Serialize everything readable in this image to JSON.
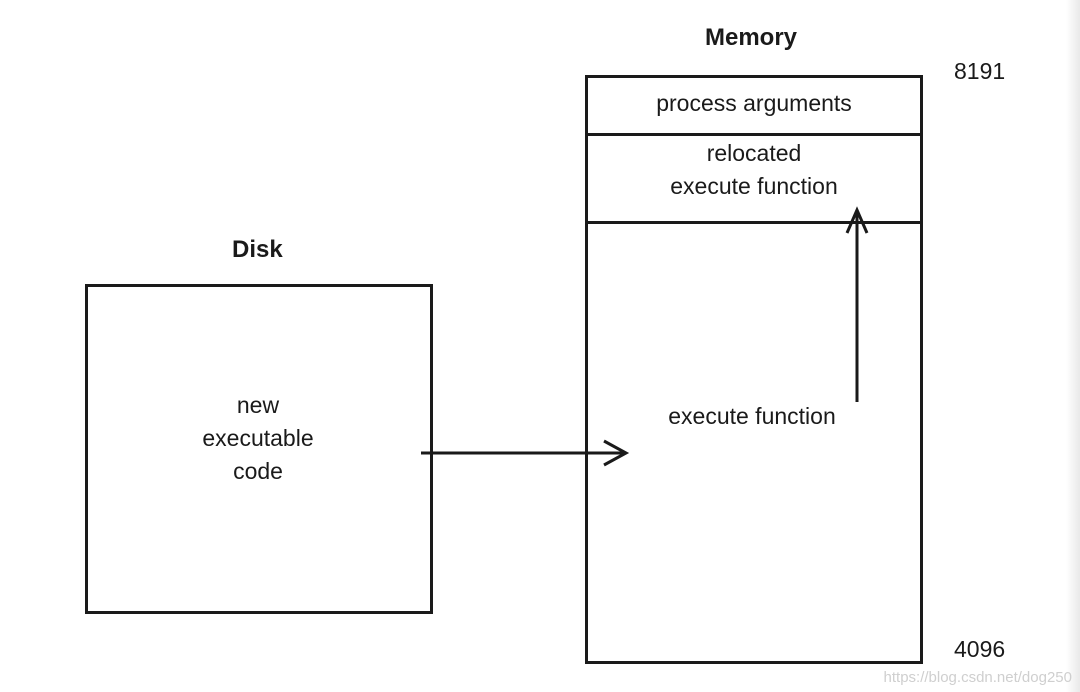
{
  "disk": {
    "title": "Disk",
    "content_lines": [
      "new",
      "executable",
      "code"
    ]
  },
  "memory": {
    "title": "Memory",
    "top_address": "8191",
    "bottom_address": "4096",
    "segments": {
      "process_arguments": "process arguments",
      "relocated_lines": [
        "relocated",
        "execute function"
      ],
      "execute_function": "execute function"
    }
  },
  "watermark": "https://blog.csdn.net/dog250",
  "colors": {
    "stroke": "#1a1a1a",
    "background": "#ffffff",
    "watermark": "#cfcfcf"
  }
}
